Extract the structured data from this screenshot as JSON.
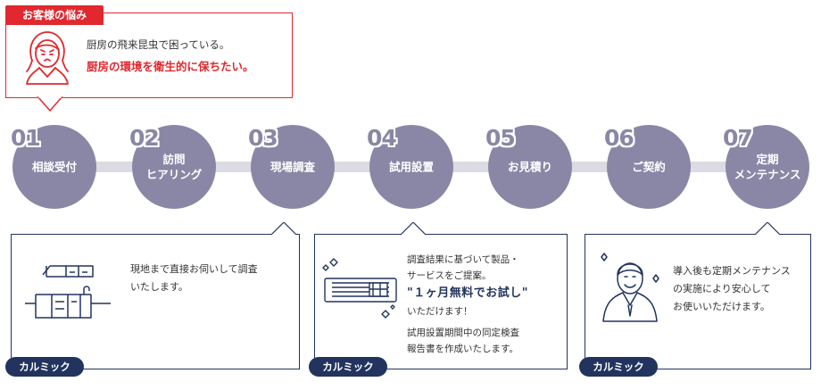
{
  "concern": {
    "tag": "お客様の悩み",
    "line1": "厨房の飛来昆虫で困っている。",
    "line2": "厨房の環境を衛生的に保ちたい。"
  },
  "steps": [
    {
      "num": "01",
      "label": "相談受付"
    },
    {
      "num": "02",
      "label": "訪問\nヒアリング"
    },
    {
      "num": "03",
      "label": "現場調査"
    },
    {
      "num": "04",
      "label": "試用設置"
    },
    {
      "num": "05",
      "label": "お見積り"
    },
    {
      "num": "06",
      "label": "ご契約"
    },
    {
      "num": "07",
      "label": "定期\nメンテナンス"
    }
  ],
  "callouts": {
    "survey": {
      "text": "現地まで直接お伺いして調査\nいたします。",
      "tag": "カルミック"
    },
    "trial": {
      "line1": "調査結果に基づいて製品・",
      "line2": "サービスをご提案。",
      "highlight": "\"１ヶ月無料でお試し\"",
      "line3": "いただけます！",
      "line4": "試用設置期間中の同定検査",
      "line5": "報告書を作成いたします。",
      "tag": "カルミック"
    },
    "maintenance": {
      "text": "導入後も定期メンテナンス\nの実施により安心して\nお使いいただけます。",
      "tag": "カルミック"
    }
  },
  "colors": {
    "accent_red": "#e0282e",
    "step_circle": "#8a87a6",
    "connector": "#dcdbe3",
    "navy": "#22345e"
  },
  "icons": [
    "worried-woman-icon",
    "kitchen-icon",
    "insect-trap-device-icon",
    "sparkle-icon",
    "happy-man-icon"
  ]
}
